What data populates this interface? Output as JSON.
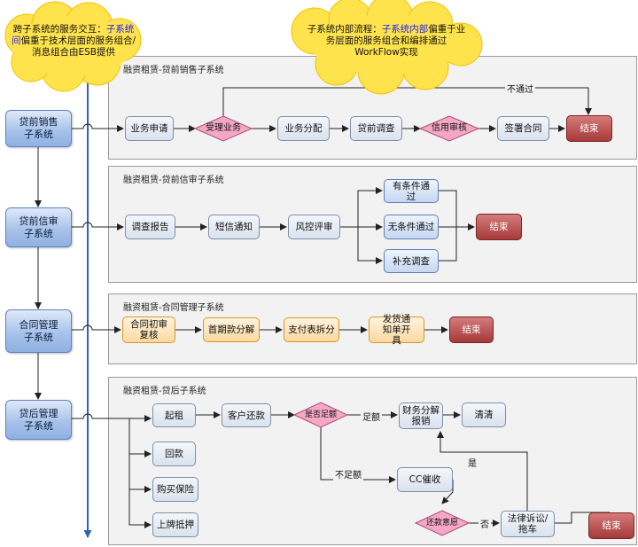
{
  "clouds": {
    "left": {
      "a": "跨子系统的服务交互：",
      "b": "子系统间",
      "c": "偏重于技术层面的服务组合/消息组合由ESB提供"
    },
    "right": {
      "a": "子系统内部流程：",
      "b": "子系统内部",
      "c": "偏重于业务层面的服务组合和编排通过WorkFlow实现"
    }
  },
  "systems": [
    "贷前销售子系统",
    "贷前信审子系统",
    "合同管理子系统",
    "贷后管理子系统"
  ],
  "lanes": {
    "sales": {
      "title": "融资租赁-贷前销售子系统",
      "apply": "业务申请",
      "accept": "受理业务",
      "assign": "业务分配",
      "survey": "贷前调查",
      "credit_review": "信用审核",
      "sign": "签署合同",
      "end": "结束",
      "reject": "不通过"
    },
    "review": {
      "title": "融资租赁-贷前信审子系统",
      "report": "调查报告",
      "sms": "短信通知",
      "risk": "风控评审",
      "conditional": "有条件通过",
      "unconditional": "无条件通过",
      "supplement": "补充调查",
      "end": "结束"
    },
    "contract": {
      "title": "融资租赁-合同管理子系统",
      "first_review": "合同初审复核",
      "down_payment": "首期款分解",
      "pay_split": "支付表拆分",
      "invoice": "发货通知单开具",
      "end": "结束"
    },
    "post": {
      "title": "融资租赁-贷后子系统",
      "start_rent": "起租",
      "repayment": "客户还款",
      "enough": "是否足额",
      "split": "财务分解报销",
      "clear": "清清",
      "callback": "回款",
      "insurance": "购买保险",
      "mortgage": "上牌抵押",
      "cc": "CC催收",
      "repaid": "还款意愿",
      "legal": "法律诉讼/拖车",
      "end": "结束",
      "label_enough": "足额",
      "label_short": "不足额",
      "label_yes": "是",
      "label_no": "否"
    }
  },
  "colors": {
    "system_fill": "#a8c3ea",
    "step_fill": "#d9e2ee",
    "blue_step_fill": "#c6d7f1",
    "orange_step_fill": "#fbd9a1",
    "end_fill": "#a63a3a",
    "decision_fill": "#f4a8c4",
    "cloud_fill": "#ffe34d",
    "bus_line": "#2d63b8"
  }
}
